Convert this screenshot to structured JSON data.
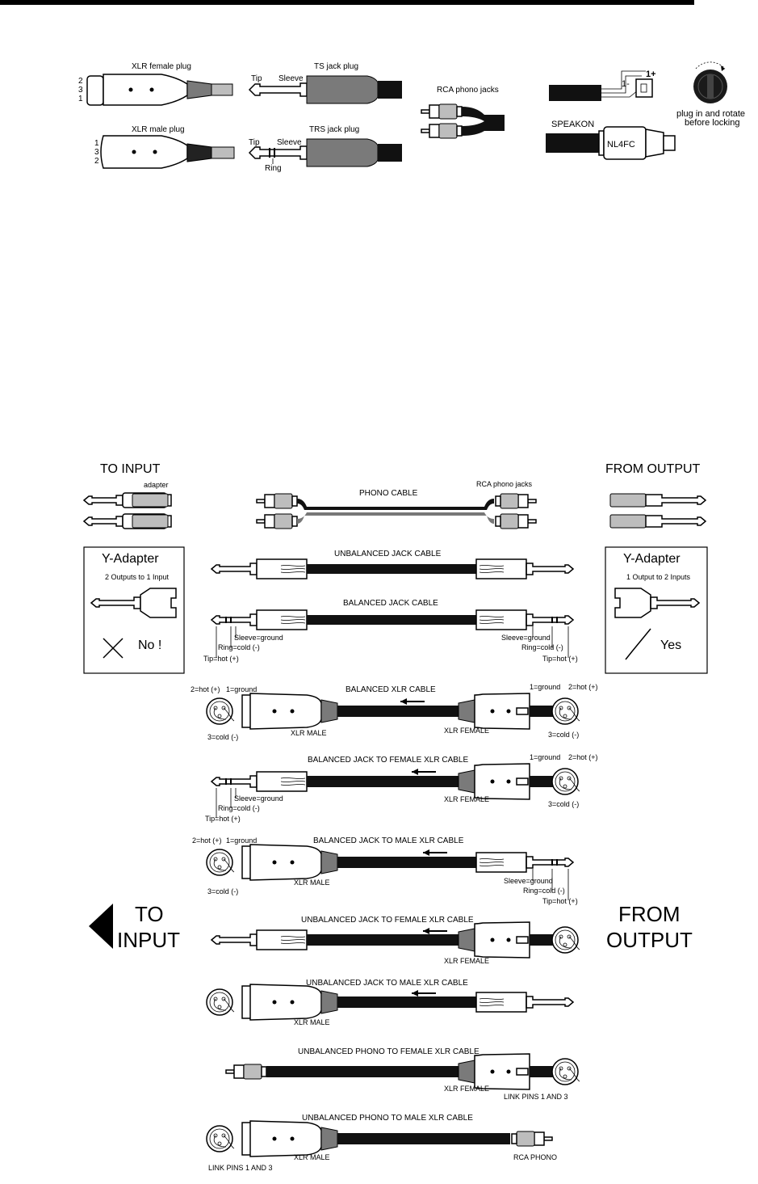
{
  "connectors": {
    "xlr_female": "XLR female plug",
    "xlr_male": "XLR male plug",
    "xlr_female_pins": [
      "2",
      "3",
      "1"
    ],
    "xlr_male_pins": [
      "1",
      "3",
      "2"
    ],
    "ts_jack": "TS jack plug",
    "trs_jack": "TRS jack plug",
    "tip": "Tip",
    "sleeve": "Sleeve",
    "ring": "Ring",
    "rca": "RCA phono jacks",
    "speakon": "SPEAKON",
    "nl4fc": "NL4FC",
    "pin_plus": "1+",
    "pin_minus": "1-",
    "rotate_note_1": "plug in and rotate",
    "rotate_note_2": "before locking"
  },
  "headers": {
    "to_input": "TO INPUT",
    "from_output": "FROM OUTPUT",
    "adapter": "adapter",
    "rca_phono_jacks": "RCA phono jacks"
  },
  "y_adapters": {
    "left_title": "Y-Adapter",
    "left_sub": "2 Outputs to 1 Input",
    "left_verdict": "No !",
    "right_title": "Y-Adapter",
    "right_sub": "1 Output to 2 Inputs",
    "right_verdict": "Yes"
  },
  "cables": [
    "PHONO CABLE",
    "UNBALANCED JACK CABLE",
    "BALANCED JACK CABLE",
    "BALANCED XLR CABLE",
    "BALANCED JACK TO FEMALE XLR CABLE",
    "BALANCED JACK TO MALE XLR CABLE",
    "UNBALANCED JACK TO FEMALE XLR CABLE",
    "UNBALANCED JACK TO MALE XLR CABLE",
    "UNBALANCED PHONO TO FEMALE XLR CABLE",
    "UNBALANCED PHONO TO MALE XLR CABLE"
  ],
  "wiring": {
    "sleeve_ground": "Sleeve=ground",
    "ring_cold": "Ring=cold (-)",
    "tip_hot": "Tip=hot (+)",
    "pin1_ground": "1=ground",
    "pin2_hot": "2=hot (+)",
    "pin3_cold": "3=cold (-)",
    "xlr_male": "XLR MALE",
    "xlr_female": "XLR FEMALE",
    "link_pins": "LINK PINS 1 AND 3",
    "rca_phono": "RCA PHONO"
  },
  "side_labels": {
    "to_1": "TO",
    "to_2": "INPUT",
    "from_1": "FROM",
    "from_2": "OUTPUT"
  }
}
